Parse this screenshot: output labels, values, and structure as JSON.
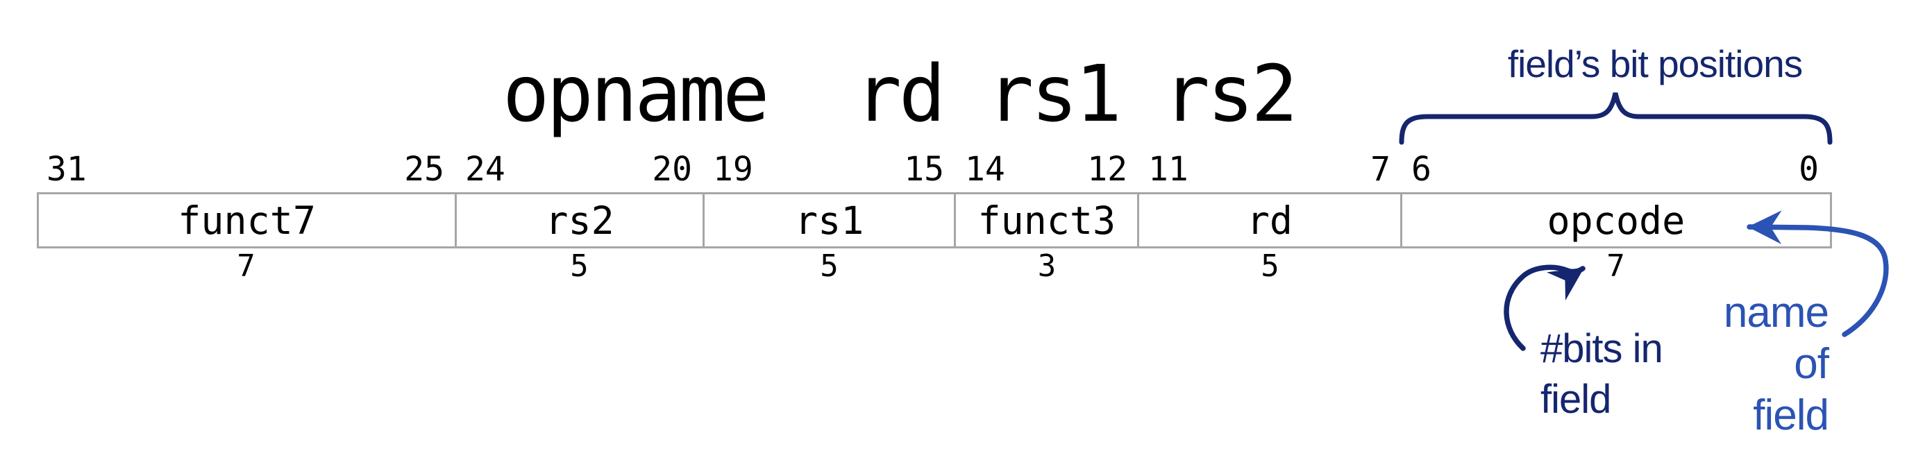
{
  "title": "opname  rd rs1 rs2",
  "instruction": {
    "fields": [
      {
        "name": "funct7",
        "hi": "31",
        "lo": "25",
        "bits": "7"
      },
      {
        "name": "rs2",
        "hi": "24",
        "lo": "20",
        "bits": "5"
      },
      {
        "name": "rs1",
        "hi": "19",
        "lo": "15",
        "bits": "5"
      },
      {
        "name": "funct3",
        "hi": "14",
        "lo": "12",
        "bits": "3"
      },
      {
        "name": "rd",
        "hi": "11",
        "lo": "7",
        "bits": "5"
      },
      {
        "name": "opcode",
        "hi": "6",
        "lo": "0",
        "bits": "7"
      }
    ]
  },
  "annotations": {
    "bit_positions_label": "field’s bit positions",
    "bits_in_field_lines": [
      "#bits in",
      "field"
    ],
    "name_of_field_lines": [
      "name",
      "of",
      "field"
    ]
  },
  "colors": {
    "navy": "#15266e",
    "royal": "#2b53b4",
    "border_gray": "#a6a6a6",
    "text": "#000000"
  }
}
